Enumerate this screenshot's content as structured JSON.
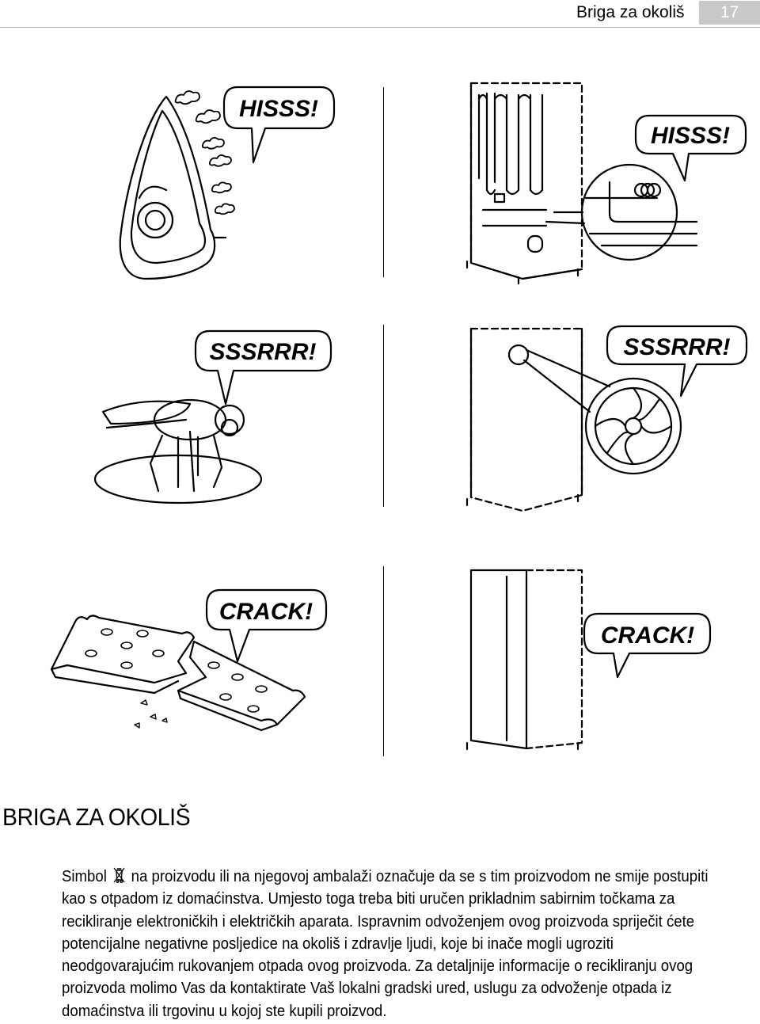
{
  "header": {
    "section": "Briga za okoliš",
    "page_number": "17"
  },
  "illustrations": {
    "row1": {
      "left_bubble": "HISSS!",
      "right_bubble": "HISSS!"
    },
    "row2": {
      "left_bubble": "SSSRRR!",
      "right_bubble": "SSSRRR!"
    },
    "row3": {
      "left_bubble": "CRACK!",
      "right_bubble": "CRACK!"
    },
    "icons": [
      "iron-icon",
      "refrigerator-back-icon",
      "fly-icon",
      "refrigerator-fan-icon",
      "broken-insulation-icon",
      "refrigerator-door-icon"
    ]
  },
  "section": {
    "title": "BRIGA ZA OKOLIŠ",
    "paragraph_before_symbol": "Simbol",
    "paragraph_after_symbol": "na proizvodu ili na njegovoj ambalaži označuje da se s tim proizvodom ne smije postupiti kao s otpadom iz domaćinstva. Umjesto toga treba biti uručen prikladnim sabirnim točkama za recikliranje elektroničkih i električkih aparata. Ispravnim odvoženjem ovog proizvoda spriječit ćete potencijalne negativne posljedice na okoliš i zdravlje ljudi, koje bi inače mogli ugroziti neodgovarajućim rukovanjem otpada ovog proizvoda. Za detaljnije informacije o recikliranju ovog proizvoda molimo Vas da kontaktirate Vaš lokalni gradski ured, uslugu za odvoženje otpada iz domaćinstva ili trgovinu u kojoj ste kupili proizvod."
  }
}
